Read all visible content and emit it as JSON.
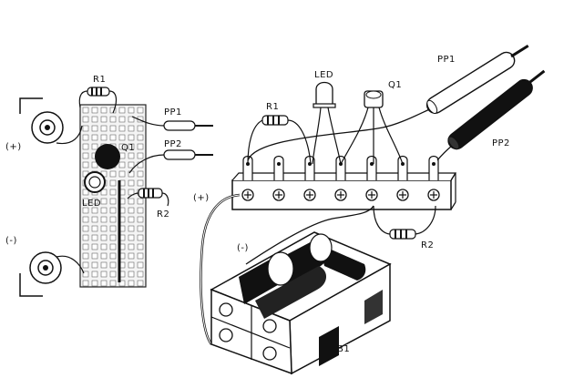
{
  "left_view": {
    "plus_label": "(+)",
    "minus_label": "(-)",
    "r1_label": "R1",
    "q1_label": "Q1",
    "pp1_label": "PP1",
    "pp2_label": "PP2",
    "led_label": "LED",
    "r2_label": "R2"
  },
  "right_view": {
    "led_label": "LED",
    "q1_label": "Q1",
    "r1_label": "R1",
    "pp1_label": "PP1",
    "pp2_label": "PP2",
    "plus_label": "(+)",
    "minus_label": "(-)",
    "r2_label": "R2",
    "b1_label": "B1"
  }
}
